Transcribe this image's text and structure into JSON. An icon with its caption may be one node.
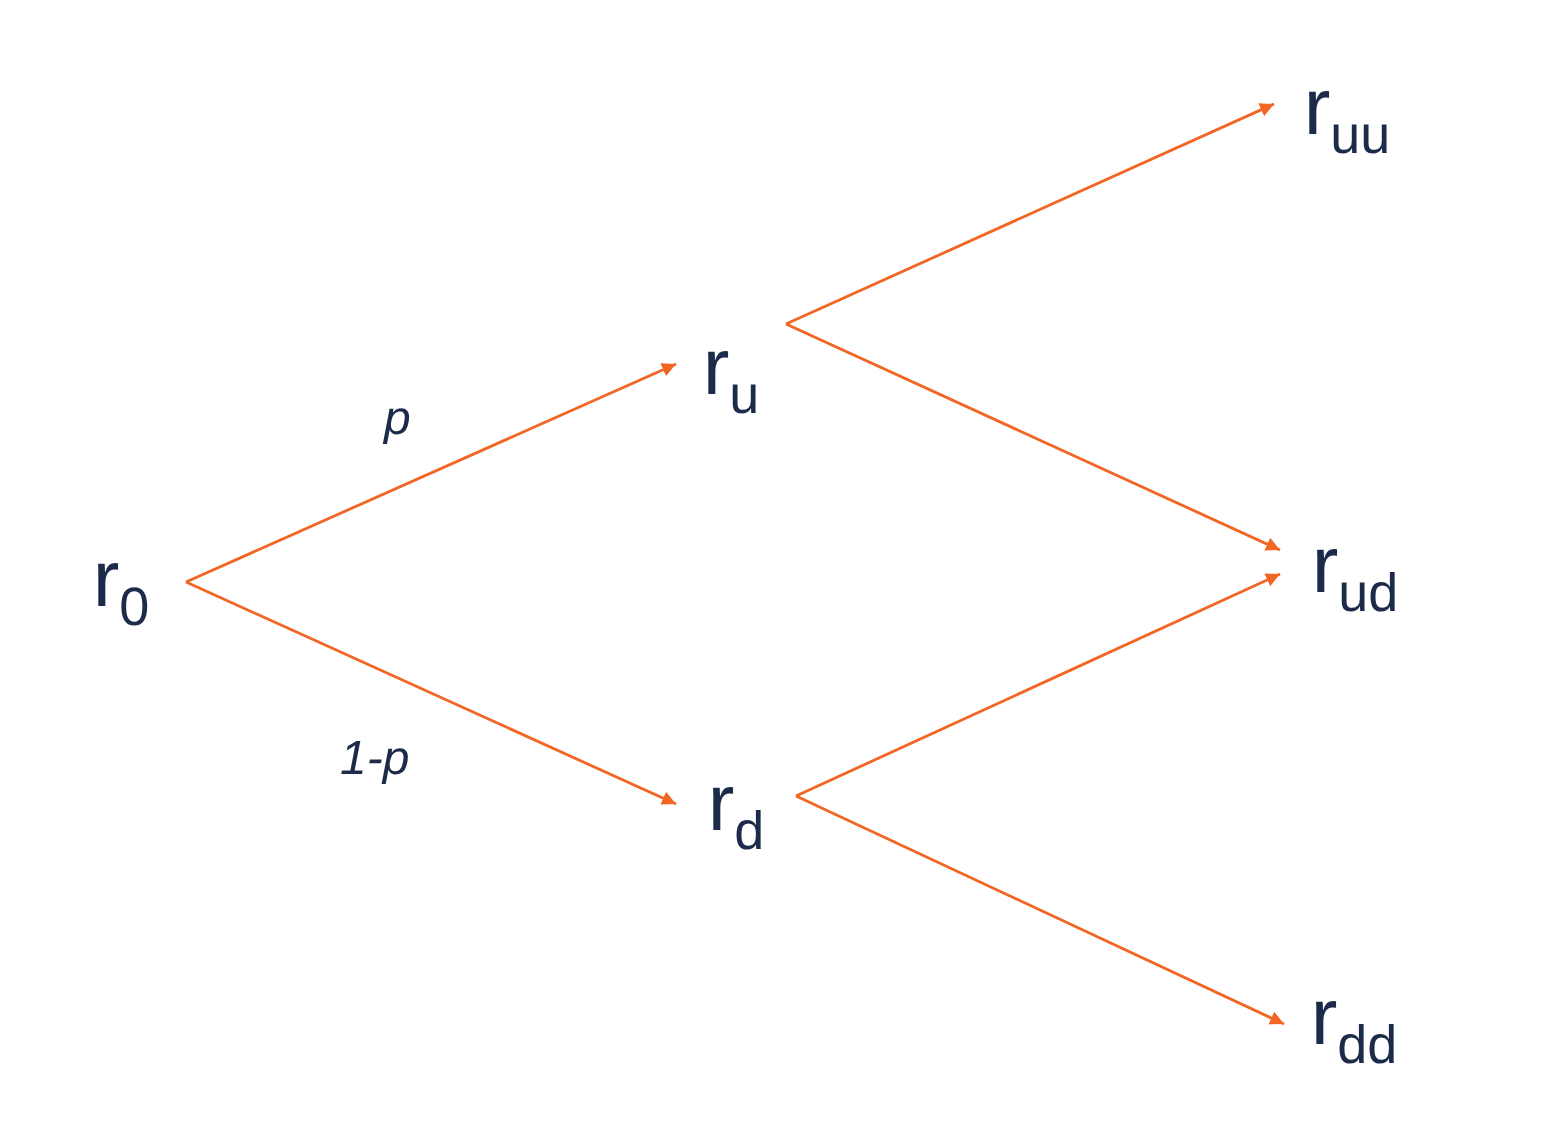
{
  "diagram": {
    "nodes": [
      {
        "text": [
          "r$_{0}$"
        ]
      },
      {
        "text": [
          "r$_{u}$"
        ]
      },
      {
        "text": [
          "r$_{d}$"
        ]
      },
      {
        "text": [
          "r$_{uu}$"
        ]
      },
      {
        "text": [
          "r$_{ud}$"
        ]
      },
      {
        "text": [
          "r$_{dd}$"
        ]
      }
    ],
    "edges": [
      {
        "from": 0,
        "to": 1,
        "arrow": "to",
        "label": "p"
      },
      {
        "from": 0,
        "to": 2,
        "arrow": "to",
        "label": "1-p"
      },
      {
        "from": 1,
        "to": 3,
        "arrow": "to"
      },
      {
        "from": 1,
        "to": 4,
        "arrow": "to"
      },
      {
        "from": 2,
        "to": 4,
        "arrow": "to"
      },
      {
        "from": 2,
        "to": 5,
        "arrow": "to"
      }
    ]
  }
}
